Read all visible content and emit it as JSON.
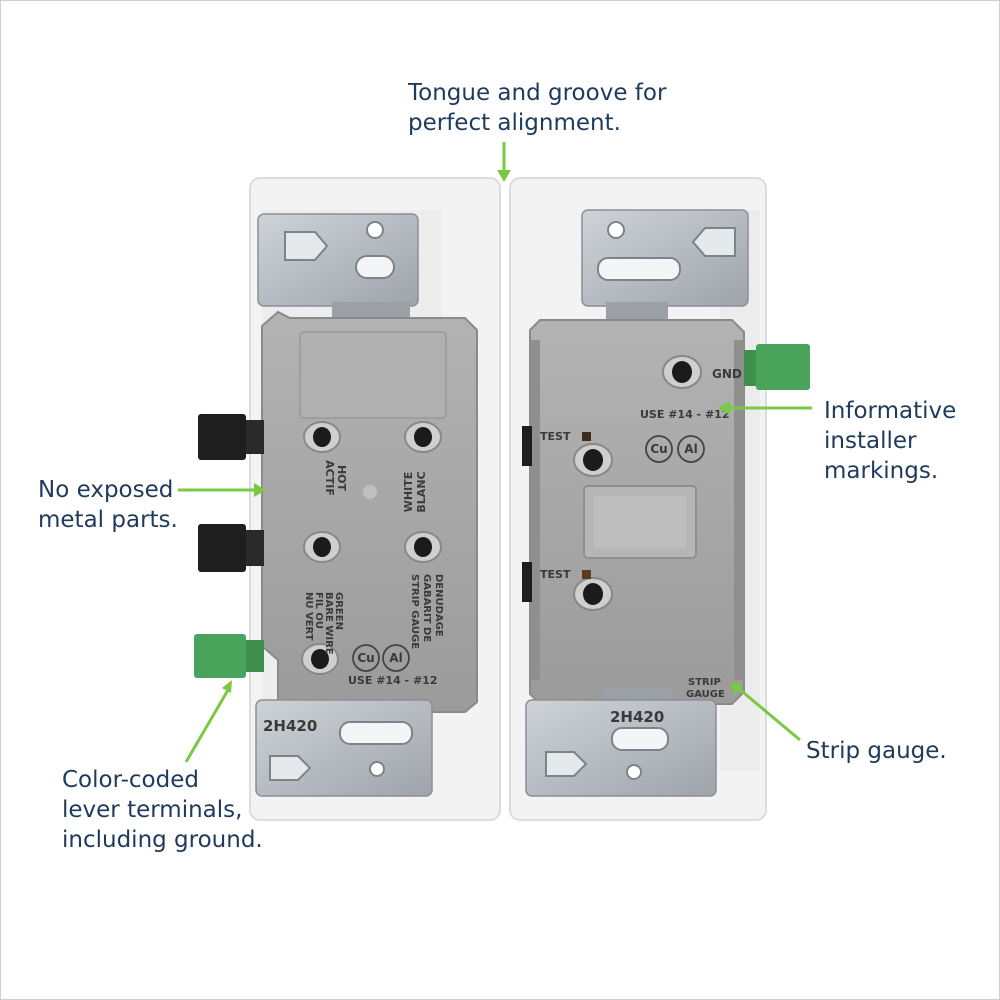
{
  "colors": {
    "label_text": "#1e3a5c",
    "accent_green": "#7ac943",
    "lever_green": "#4aa35a",
    "lever_black": "#1e1e1e",
    "plastic_gray": "#a8a8a8",
    "plastic_dark": "#8e8e8e",
    "metal": "#b9bec4",
    "housing_white": "#f2f2f2"
  },
  "callouts": {
    "alignment": [
      "Tongue and groove for",
      "perfect alignment."
    ],
    "metal": [
      "No exposed",
      "metal parts."
    ],
    "levers": [
      "Color-coded",
      "lever terminals,",
      "including ground."
    ],
    "markings": [
      "Informative",
      "installer",
      "markings."
    ],
    "strip": [
      "Strip gauge."
    ]
  },
  "left_device": {
    "hot": "HOT",
    "actif": "ACTIF",
    "white": "WHITE",
    "blanc": "BLANC",
    "green_1": "GREEN",
    "green_2": "BARE WIRE",
    "green_3": "FIL OU",
    "green_4": "NU VERT",
    "strip_1": "STRIP GAUGE",
    "strip_2": "GABARIT DE",
    "strip_3": "DENUDAGE",
    "cu": "Cu",
    "al": "Al",
    "use": "USE #14 - #12",
    "code": "2H420"
  },
  "right_device": {
    "gnd": "GND",
    "use": "USE #14 - #12",
    "cu": "Cu",
    "al": "Al",
    "test_1": "TEST",
    "test_2": "TEST",
    "strip_1": "STRIP",
    "strip_2": "GAUGE",
    "code": "2H420"
  },
  "icons": [
    "arrow-icon",
    "mounting-screw-icon",
    "wire-port-icon",
    "lever-terminal-icon"
  ]
}
